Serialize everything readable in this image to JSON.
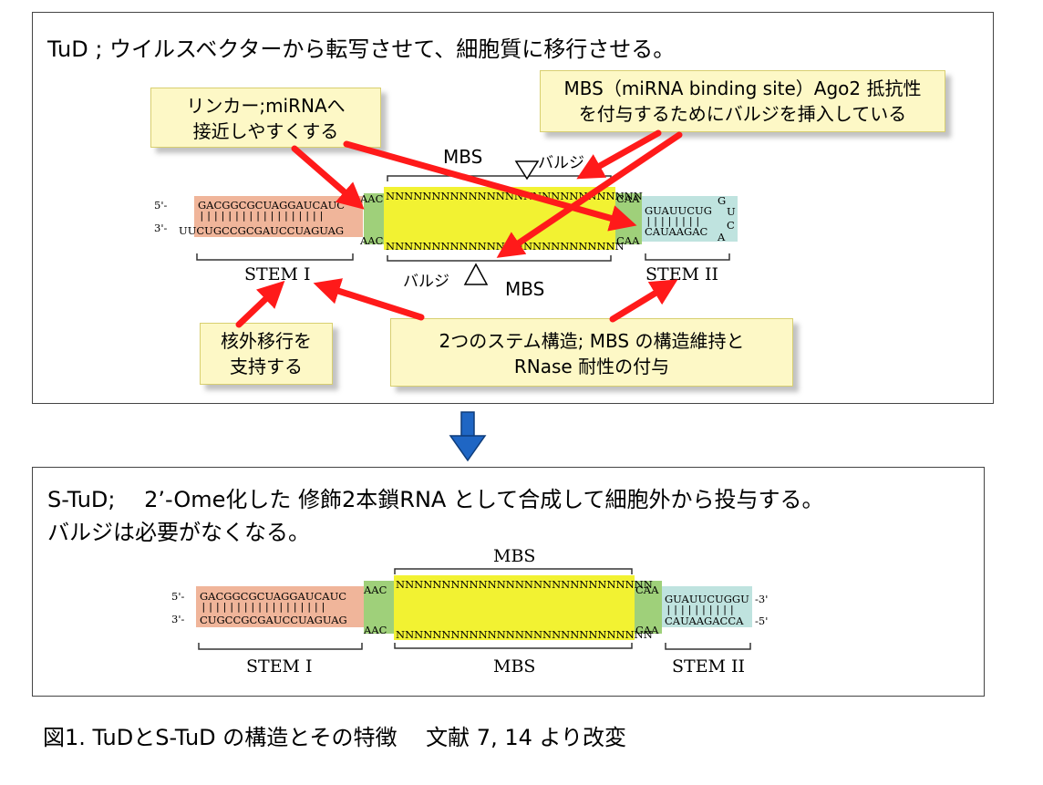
{
  "top": {
    "heading": "TuD ; ウイルスベクターから転写させて、細胞質に移行させる。",
    "callout_linker": [
      "リンカー;miRNAへ",
      "接近しやすくする"
    ],
    "callout_mbs": [
      "MBS（miRNA binding site）Ago2 抵抗性",
      "を付与するためにバルジを挿入している"
    ],
    "callout_export": [
      "核外移行を",
      "支持する"
    ],
    "callout_stems": [
      "2つのステム構造; MBS の構造維持と",
      "RNase 耐性の付与"
    ],
    "mbs_top": "MBS",
    "mbs_bottom": "MBS",
    "bulge_top": "バルジ",
    "bulge_bottom": "バルジ",
    "five_prime": "5'-",
    "three_prime": "3'-",
    "stem1_top": "GACGGCGCUAGGAUCAUC",
    "stem1_bottom": "UUCUGCCGCGAUCCUAGUAG",
    "stem1_bonds": "||||||||||||||||||",
    "linker_aac_top": "AAC",
    "linker_aac_bottom": "AAC",
    "mbs_top_seq": "NNNNNNNNNNNNNNNNNNNNNNNNNNNN",
    "mbs_bottom_seq": "NNNNNNNNNNNNNNNNNNNNNNNNNN",
    "linker_caa_top": "CAA",
    "linker_caa_bottom": "CAA",
    "stem2_top": "GUAUUCUG",
    "stem2_bottom": "CAUAAGAC",
    "stem2_bonds": "||||||||",
    "loop_g": "G",
    "loop_u": "U",
    "loop_c": "C",
    "loop_a": "A",
    "stem_i": "STEM I",
    "stem_ii": "STEM II"
  },
  "bottom": {
    "heading_line1": "S-TuD;　 2’-Ome化した 修飾2本鎖RNA として合成して細胞外から投与する。",
    "heading_line2": "バルジは必要がなくなる。",
    "mbs_top": "MBS",
    "mbs_bottom": "MBS",
    "five_prime": "5'-",
    "three_prime": "3'-",
    "stem1_top": "GACGGCGCUAGGAUCAUC",
    "stem1_bottom": "CUGCCGCGAUCCUAGUAG",
    "stem1_bonds": "||||||||||||||||||",
    "linker_aac_top": "AAC",
    "linker_aac_bottom": "AAC",
    "mbs_top_seq": "NNNNNNNNNNNNNNNNNNNNNNNNNNNN",
    "mbs_bottom_seq": "NNNNNNNNNNNNNNNNNNNNNNNNNNNN",
    "linker_caa_top": "CAA",
    "linker_caa_bottom": "CAA",
    "stem2_top": "GUAUUCUGGU",
    "stem2_bottom": "CAUAAGACCA",
    "stem2_bonds": "||||||||||",
    "end_top": "-3'",
    "end_bottom": "-5'",
    "stem_i": "STEM I",
    "stem_ii": "STEM II"
  },
  "caption": "図1. TuDとS-TuD の構造とその特徴　 文献 7, 14 より改変",
  "colors": {
    "stem1": "#f0b59a",
    "linker": "#9fd07a",
    "mbs": "#f2f232",
    "stem2": "#bfe3df",
    "arrow_red": "#ff1a1a",
    "arrow_blue": "#1f66c4",
    "callout_fill": "#fdf8c6"
  }
}
